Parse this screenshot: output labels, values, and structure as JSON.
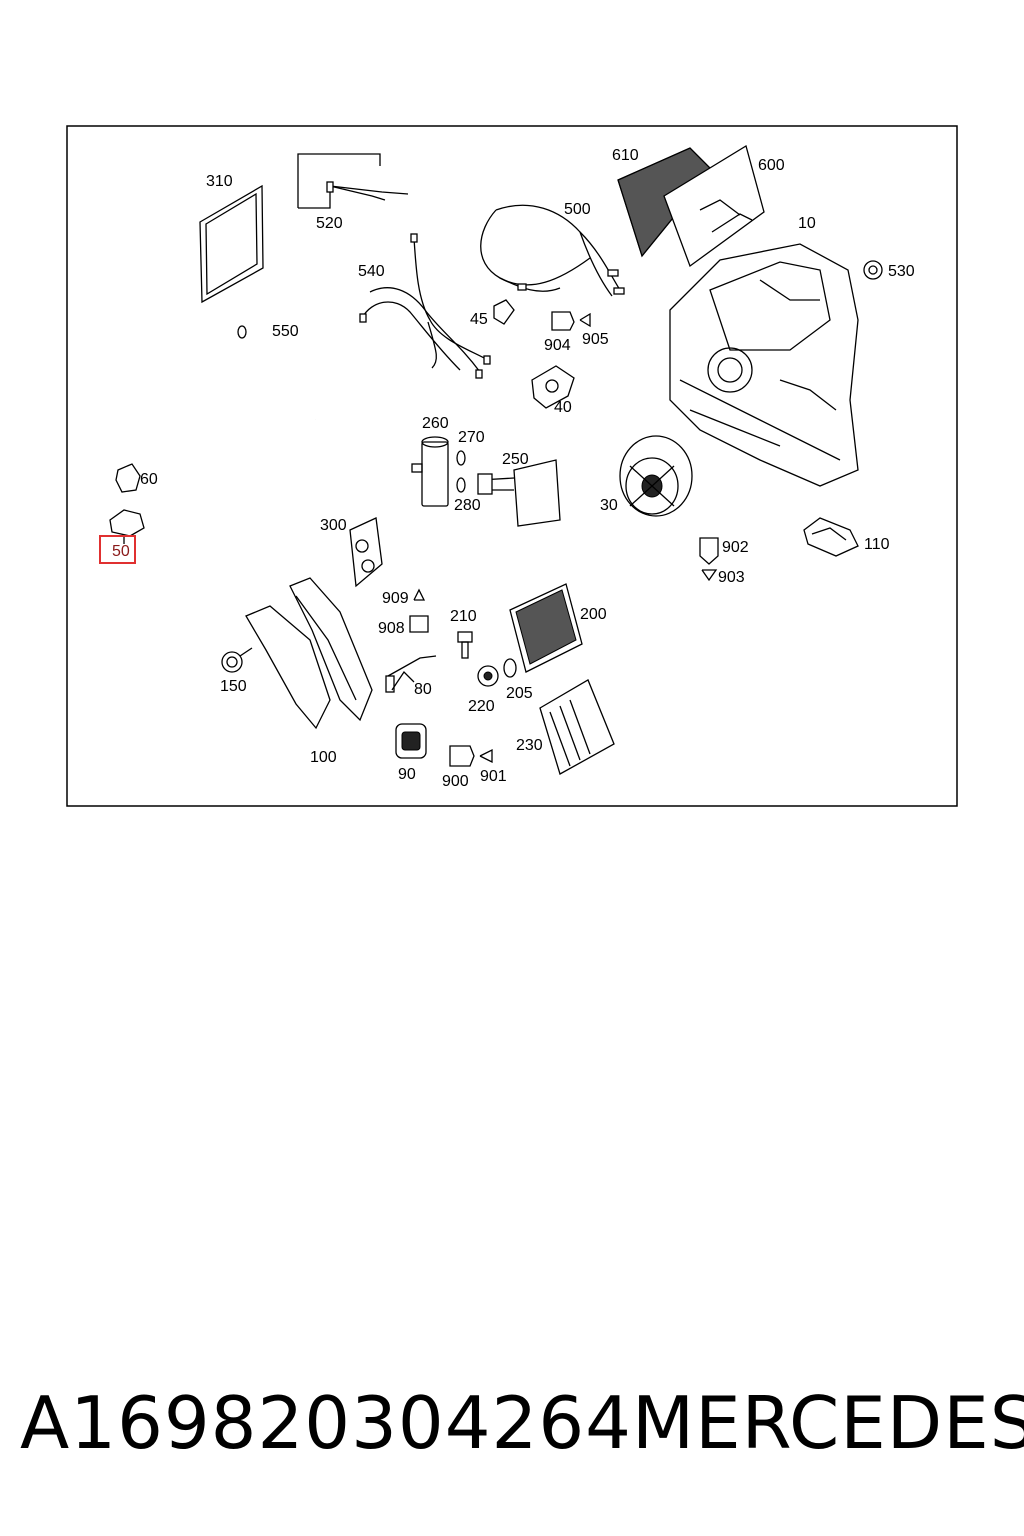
{
  "diagram": {
    "parts": {
      "p310": "310",
      "p520": "520",
      "p540": "540",
      "p550": "550",
      "p500": "500",
      "p610": "610",
      "p600": "600",
      "p10": "10",
      "p530": "530",
      "p45": "45",
      "p904": "904",
      "p905": "905",
      "p40": "40",
      "p260": "260",
      "p270": "270",
      "p250": "250",
      "p280": "280",
      "p30": "30",
      "p902": "902",
      "p903": "903",
      "p110": "110",
      "p60": "60",
      "p50": "50",
      "p300": "300",
      "p909": "909",
      "p908": "908",
      "p210": "210",
      "p200": "200",
      "p80": "80",
      "p150": "150",
      "p220": "220",
      "p205": "205",
      "p230": "230",
      "p100": "100",
      "p90": "90",
      "p900": "900",
      "p901": "901"
    },
    "highlight_color": "#e03030"
  },
  "footer": {
    "part_number": "A169820304264",
    "brand": "MERCEDES"
  }
}
